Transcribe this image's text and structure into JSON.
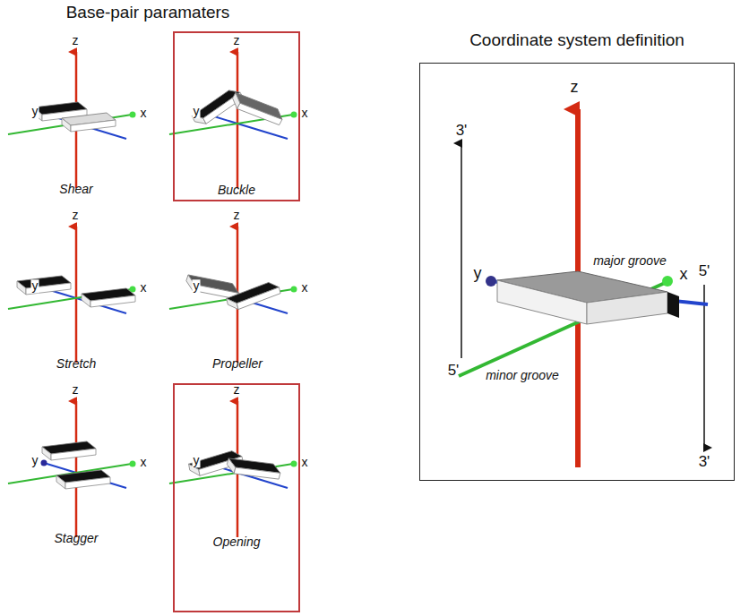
{
  "diagram": {
    "title": "Base-pair paramaters",
    "nodes": [
      {
        "text": [
          "Buckle"
        ]
      },
      {
        "text": [
          "Opening"
        ]
      },
      {
        "text": [
          "Coordinate system definition"
        ]
      }
    ],
    "labels": [
      "z",
      "y",
      "x",
      "Shear",
      "z",
      "y",
      "x",
      "z",
      "y",
      "x",
      "Stretch",
      "z",
      "y",
      "x",
      "Propeller",
      "z",
      "y",
      "x",
      "Stagger",
      "z",
      "y",
      "x",
      "z",
      "3'",
      "5'",
      "y",
      "major groove",
      "x",
      "minor groove",
      "5'",
      "3'"
    ]
  }
}
